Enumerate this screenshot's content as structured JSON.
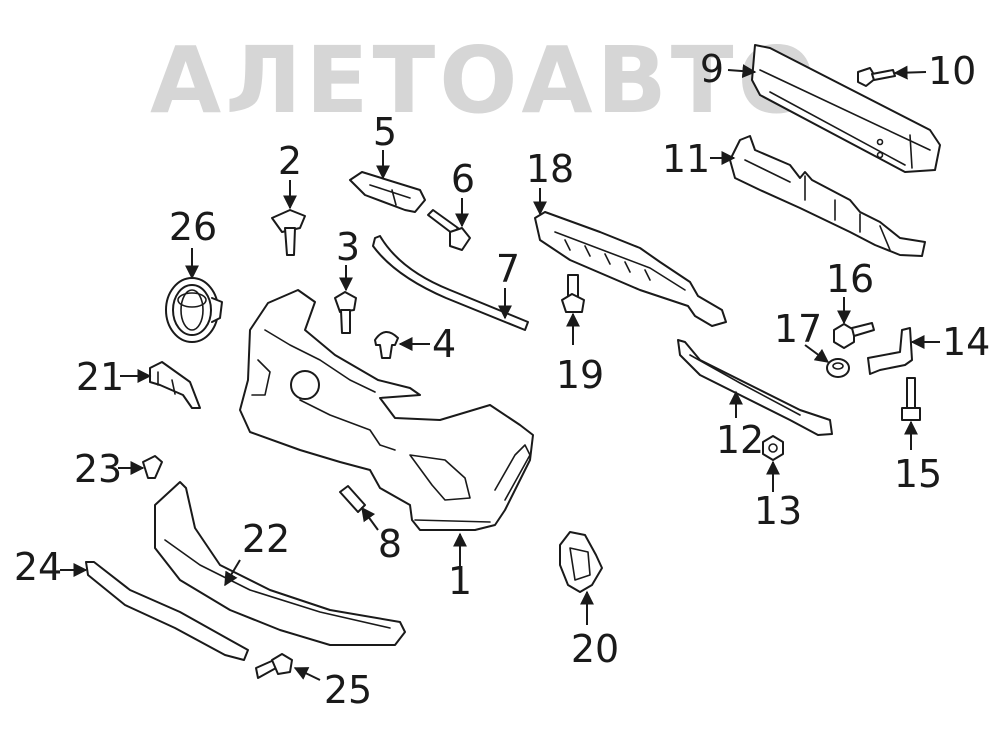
{
  "watermark": "АЛЕТОАВТО",
  "colors": {
    "line": "#1a1a1a",
    "watermark": "#c9c9c9",
    "background": "#ffffff"
  },
  "callouts": [
    {
      "id": "callout-1",
      "label": "1"
    },
    {
      "id": "callout-2",
      "label": "2"
    },
    {
      "id": "callout-3",
      "label": "3"
    },
    {
      "id": "callout-4",
      "label": "4"
    },
    {
      "id": "callout-5",
      "label": "5"
    },
    {
      "id": "callout-6",
      "label": "6"
    },
    {
      "id": "callout-7",
      "label": "7"
    },
    {
      "id": "callout-8",
      "label": "8"
    },
    {
      "id": "callout-9",
      "label": "9"
    },
    {
      "id": "callout-10",
      "label": "10"
    },
    {
      "id": "callout-11",
      "label": "11"
    },
    {
      "id": "callout-12",
      "label": "12"
    },
    {
      "id": "callout-13",
      "label": "13"
    },
    {
      "id": "callout-14",
      "label": "14"
    },
    {
      "id": "callout-15",
      "label": "15"
    },
    {
      "id": "callout-16",
      "label": "16"
    },
    {
      "id": "callout-17",
      "label": "17"
    },
    {
      "id": "callout-18",
      "label": "18"
    },
    {
      "id": "callout-19",
      "label": "19"
    },
    {
      "id": "callout-20",
      "label": "20"
    },
    {
      "id": "callout-21",
      "label": "21"
    },
    {
      "id": "callout-22",
      "label": "22"
    },
    {
      "id": "callout-23",
      "label": "23"
    },
    {
      "id": "callout-24",
      "label": "24"
    },
    {
      "id": "callout-25",
      "label": "25"
    },
    {
      "id": "callout-26",
      "label": "26"
    }
  ]
}
